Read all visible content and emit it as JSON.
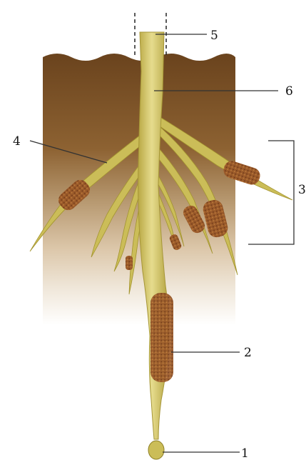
{
  "labels": {
    "l1": "1",
    "l2": "2",
    "l3": "3",
    "l4": "4",
    "l5": "5",
    "l6": "6"
  },
  "colors": {
    "soil_dark": "#6f4720",
    "soil_mid": "#9c7a4c",
    "soil_light": "#d9c4a6",
    "root": "#cfc15a",
    "root_light": "#e8dd8a",
    "root_hair": "#8c4e24",
    "line": "#333333"
  }
}
